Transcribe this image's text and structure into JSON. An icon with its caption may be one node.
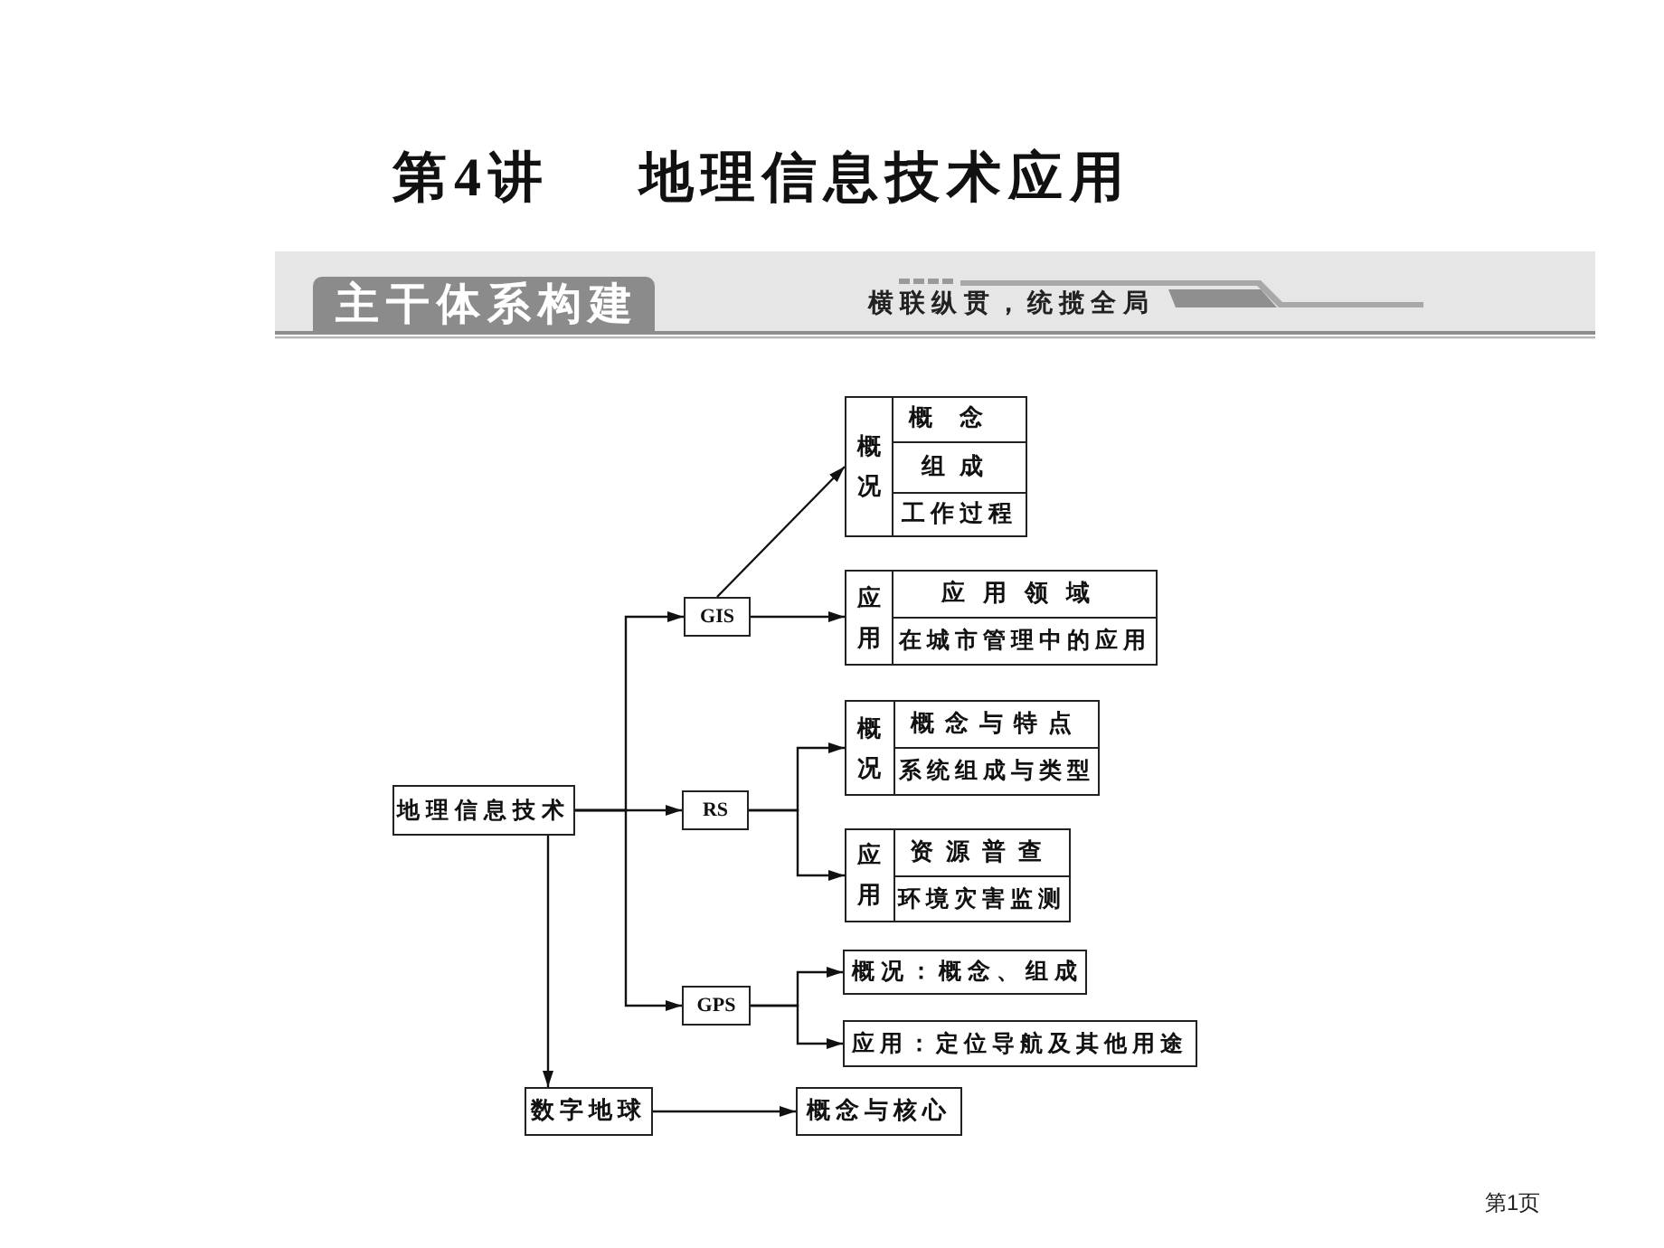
{
  "diagram": {
    "title": "第4讲 地理信息技术应用",
    "nodes": [
      {
        "text": [
          "地理信息技术"
        ]
      },
      {
        "text": [
          "GIS"
        ]
      },
      {
        "text": [
          "RS"
        ]
      },
      {
        "text": [
          "GPS"
        ]
      },
      {
        "text": [
          "数字地球"
        ]
      },
      {
        "text": [
          "概况"
        ]
      },
      {
        "text": [
          "概念"
        ],
        "in": 5
      },
      {
        "text": [
          "组成"
        ],
        "in": 5
      },
      {
        "text": [
          "工作过程"
        ],
        "in": 5
      },
      {
        "text": [
          "应用"
        ]
      },
      {
        "text": [
          "应用领域"
        ],
        "in": 9
      },
      {
        "text": [
          "在城市管理中的应用"
        ],
        "in": 9
      },
      {
        "text": [
          "概况"
        ]
      },
      {
        "text": [
          "概念与特点"
        ],
        "in": 12
      },
      {
        "text": [
          "系统组成与类型"
        ],
        "in": 12
      },
      {
        "text": [
          "应用"
        ]
      },
      {
        "text": [
          "资源普查"
        ],
        "in": 15
      },
      {
        "text": [
          "环境灾害监测"
        ],
        "in": 15
      },
      {
        "text": [
          "概况：概念、组成"
        ]
      },
      {
        "text": [
          "应用：定位导航及其他用途"
        ]
      },
      {
        "text": [
          "概念与核心"
        ]
      }
    ],
    "edges": [
      {
        "from": 0,
        "to": 1,
        "arrow": "to"
      },
      {
        "from": 0,
        "to": 2,
        "arrow": "to"
      },
      {
        "from": 0,
        "to": 3,
        "arrow": "to"
      },
      {
        "from": 0,
        "to": 4,
        "arrow": "to"
      },
      {
        "from": 1,
        "to": 5,
        "arrow": "to"
      },
      {
        "from": 1,
        "to": 9,
        "arrow": "to"
      },
      {
        "from": 2,
        "to": 12,
        "arrow": "to"
      },
      {
        "from": 2,
        "to": 15,
        "arrow": "to"
      },
      {
        "from": 3,
        "to": 18,
        "arrow": "to"
      },
      {
        "from": 3,
        "to": 19,
        "arrow": "to"
      },
      {
        "from": 4,
        "to": 20,
        "arrow": "to"
      }
    ],
    "labels": [
      "主干体系构建",
      "横联纵贯，统揽全局",
      "第1页"
    ]
  }
}
